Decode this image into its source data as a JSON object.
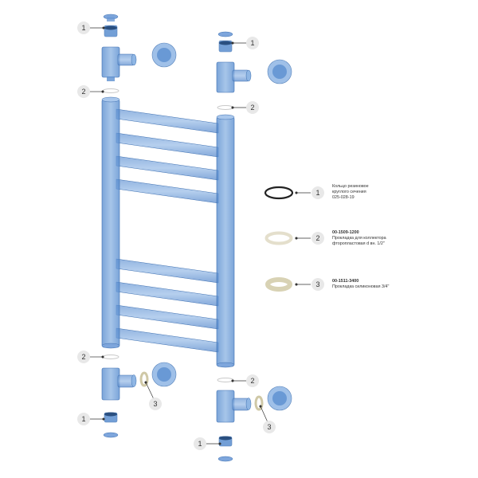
{
  "colors": {
    "part_fill": "#5b8fd0",
    "part_stroke": "#3d6fb0",
    "part_light": "#8fb6e4",
    "callout_circle": "#e8e8e8",
    "callout_text": "#333333",
    "oring": "#222222",
    "ptfe_gasket": "#e4dfcc",
    "silicone_gasket": "#d8d2b4"
  },
  "callouts": [
    "1",
    "2",
    "1",
    "2",
    "2",
    "3",
    "1",
    "2",
    "3",
    "1"
  ],
  "legend": [
    {
      "number": "1",
      "code": "",
      "lines": [
        "Кольцо резиновое",
        "круглого сечения",
        "025-028-19"
      ]
    },
    {
      "number": "2",
      "code": "00-1509-1200",
      "lines": [
        "Прокладка для коллектора",
        "фторопластовая d вн. 1/2\""
      ]
    },
    {
      "number": "3",
      "code": "00-1511-3400",
      "lines": [
        "Прокладка силиконовая 3/4\""
      ]
    }
  ]
}
